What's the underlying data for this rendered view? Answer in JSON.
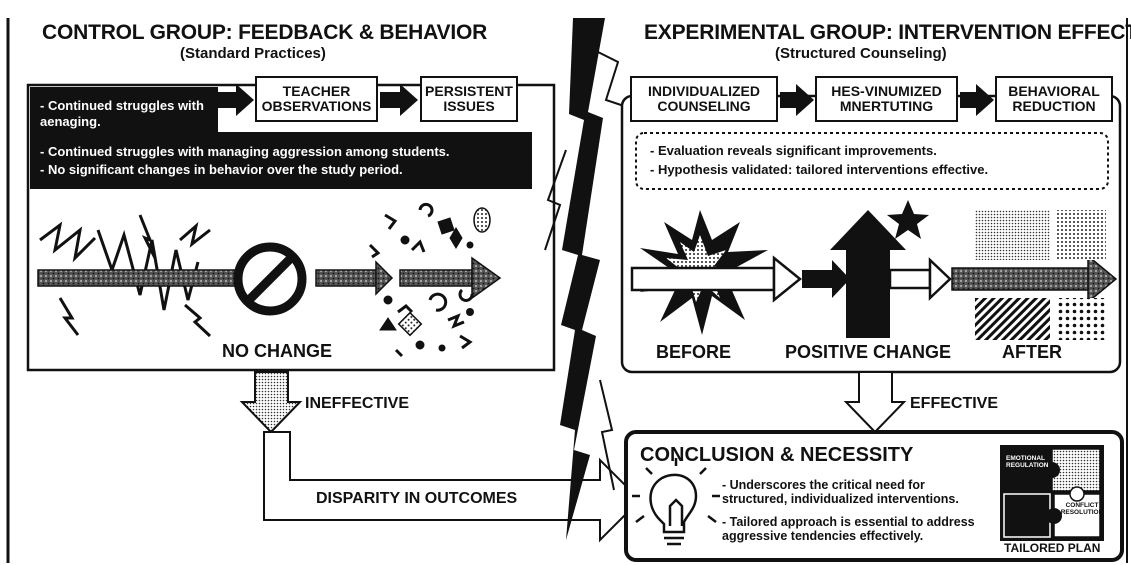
{
  "control": {
    "title": "CONTROL GROUP: FEEDBACK & BEHAVIOR",
    "subtitle": "(Standard Practices)",
    "flow": [
      "TEACHER OBSERVATIONS",
      "PERSISTENT ISSUES"
    ],
    "note_top": "- Continued struggles with aenaging.",
    "notes": [
      "- Continued struggles with managing aggression among students.",
      "- No significant changes in behavior over the study period."
    ],
    "result_label": "NO CHANGE",
    "outcome_label": "INEFFECTIVE"
  },
  "experimental": {
    "title": "EXPERIMENTAL GROUP: INTERVENTION EFFECT",
    "subtitle": "(Structured Counseling)",
    "flow": [
      "INDIVIDUALIZED COUNSELING",
      "HES-VINUMIZED MNERTUTING",
      "BEHAVIORAL REDUCTION"
    ],
    "notes": [
      "- Evaluation reveals significant improvements.",
      "- Hypothesis validated: tailored interventions effective."
    ],
    "stages": [
      "BEFORE",
      "POSITIVE CHANGE",
      "AFTER"
    ],
    "outcome_label": "EFFECTIVE"
  },
  "disparity_label": "DISPARITY IN OUTCOMES",
  "conclusion": {
    "title": "CONCLUSION & NECESSITY",
    "bullets": [
      "- Underscores the critical need for structured, individualized interventions.",
      "- Tailored approach is essential to address aggressive tendencies effectively."
    ],
    "puzzle_labels": [
      "EMOTIONAL REGULATION",
      "CONFLICT RESOLUTION"
    ],
    "plan_label": "TAILORED PLAN"
  }
}
